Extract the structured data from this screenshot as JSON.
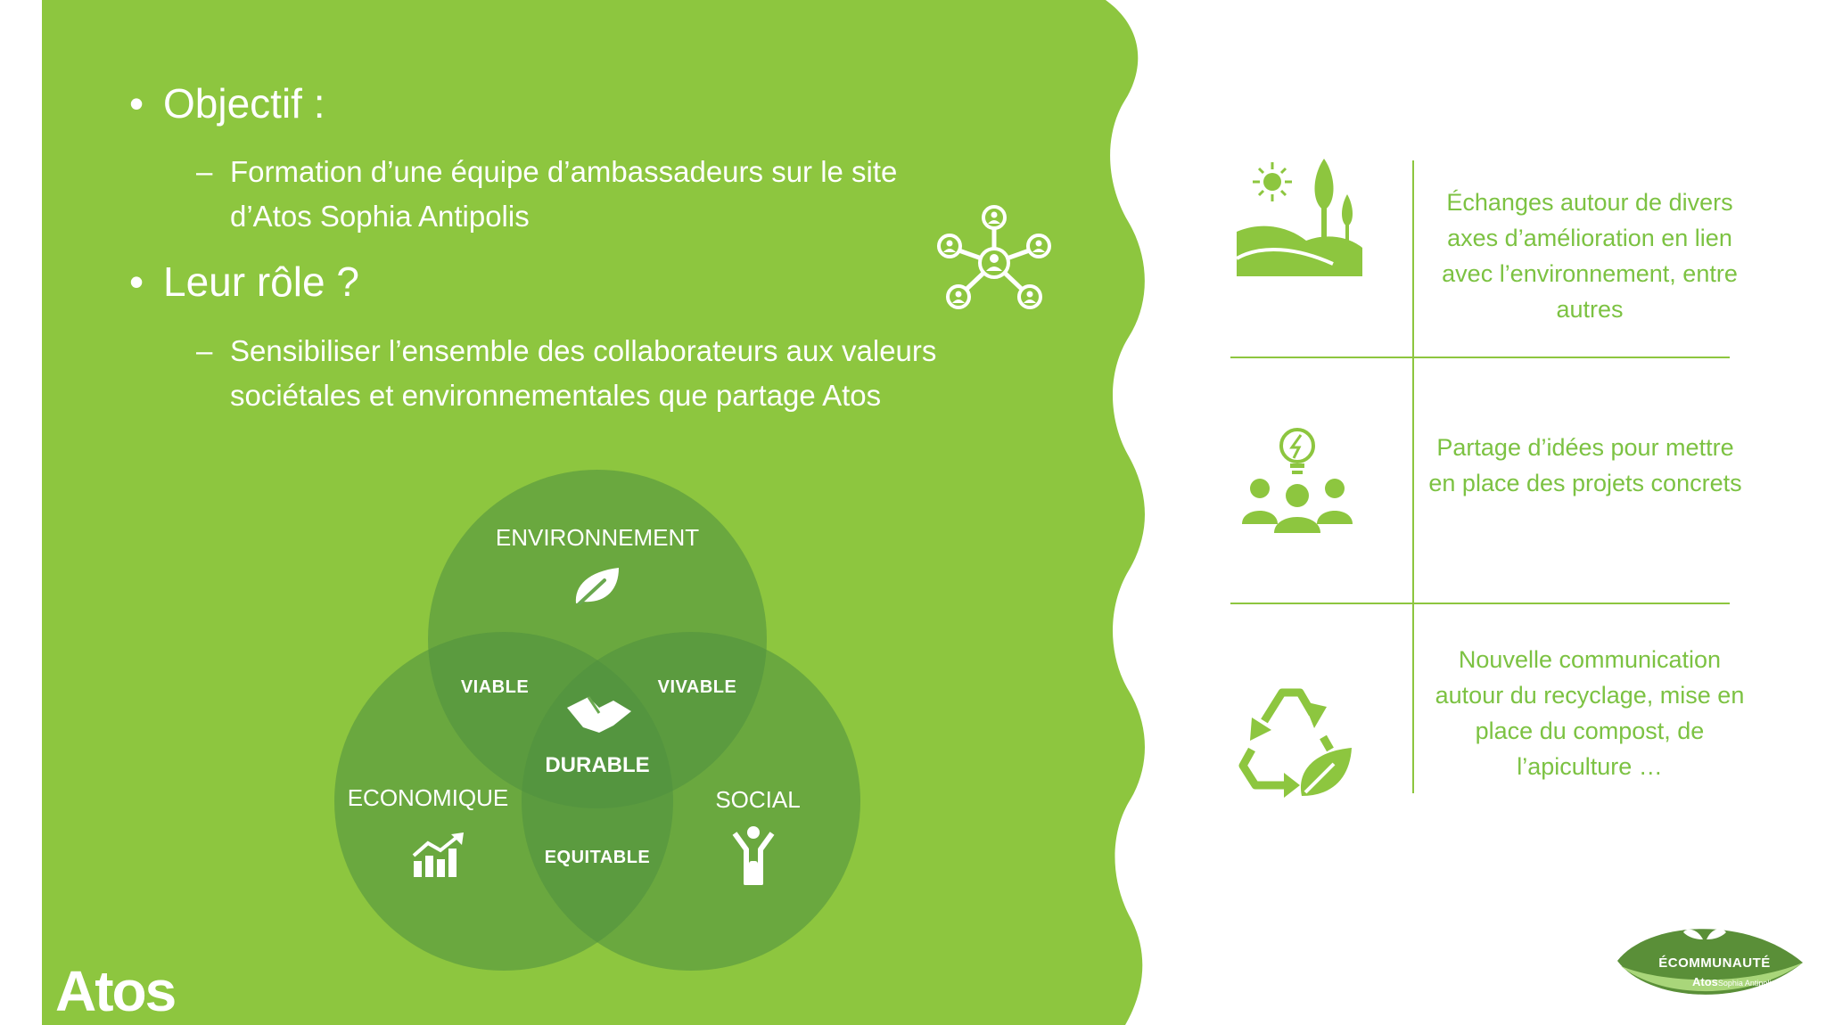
{
  "slide": {
    "bullets": [
      {
        "title": "Objectif :",
        "detail": "Formation d’une équipe d’ambassadeurs sur le site d’Atos Sophia Antipolis"
      },
      {
        "title": "Leur rôle ?",
        "detail": "Sensibiliser l’ensemble des collaborateurs aux valeurs sociétales et environnementales que partage Atos"
      }
    ],
    "bullet_symbol": "•",
    "dash_symbol": "–",
    "venn": {
      "environnement": "ENVIRONNEMENT",
      "economique": "ECONOMIQUE",
      "social": "SOCIAL",
      "viable": "VIABLE",
      "vivable": "VIVABLE",
      "equitable": "EQUITABLE",
      "durable": "DURABLE"
    },
    "right_items": [
      {
        "text": "Échanges autour de divers axes d’amélioration en lien avec l’environnement, entre autres",
        "icon": "landscape-icon"
      },
      {
        "text": "Partage d’idées pour mettre en place des projets concrets",
        "icon": "idea-team-icon"
      },
      {
        "text": "Nouvelle communication autour du recyclage, mise en place du compost, de l’apiculture …",
        "icon": "recycle-leaf-icon"
      }
    ],
    "logo_text": "Atos",
    "badge": {
      "title": "ÉCOMMUNAUTÉ",
      "brand": "Atos",
      "site": "Sophia Antipolis"
    },
    "colors": {
      "green": "#8dc63f",
      "text_green": "#7cc242",
      "venn_green": "#5e9f44"
    }
  }
}
